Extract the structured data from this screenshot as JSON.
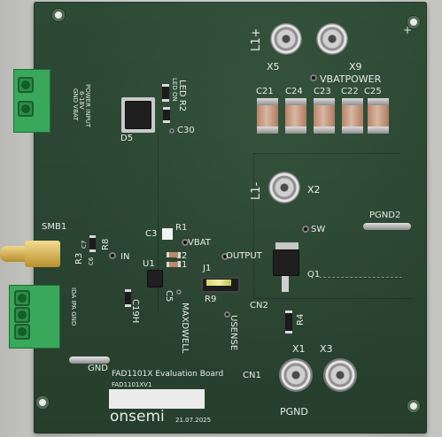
{
  "board": {
    "title": "FAD1101X Evaluation Board",
    "version": "FAD1101XV1",
    "brand": "onsemi",
    "date": "21.07.2025"
  },
  "labels": {
    "l1_top": "L1+",
    "x5": "X5",
    "x9": "X9",
    "vbatpower": "VBATPOWER",
    "c21": "C21",
    "c24": "C24",
    "c23": "C23",
    "c22": "C22",
    "c25": "C25",
    "l1_mid": "L1-",
    "x2": "X2",
    "pgnd2": "PGND2",
    "sw": "SW",
    "q1": "Q1",
    "power_input": "POWER INPUT",
    "input_range": "6-18V",
    "gnd_vbat": "GND  VBAT",
    "d5": "D5",
    "led_on": "LED ON",
    "led_r2": "LED R2",
    "c30": "C30",
    "smb1": "SMB1",
    "r8": "R8",
    "c7": "C7",
    "r3": "R3",
    "c6": "C6",
    "in": "IN",
    "c3": "C3",
    "r1": "R1",
    "vbat": "VBAT",
    "c2": "C2",
    "c1": "C1",
    "u1": "U1",
    "output": "OUTPUT",
    "j1": "J1",
    "r9": "R9",
    "cn2": "CN2",
    "c5": "C5",
    "c19h": "C19H",
    "maxdwell": "MAXDWELL",
    "usense": "USENSE",
    "signal_terminal": "IDA  IPA  GND",
    "gnd": "GND",
    "r4": "R4",
    "x1": "X1",
    "x3": "X3",
    "cn1": "CN1",
    "pgnd": "PGND"
  },
  "colors": {
    "pcb": "#2d4a35",
    "silkscreen": "#e8ece6",
    "terminal": "#3aa85b",
    "background": "#cfcfcc"
  }
}
